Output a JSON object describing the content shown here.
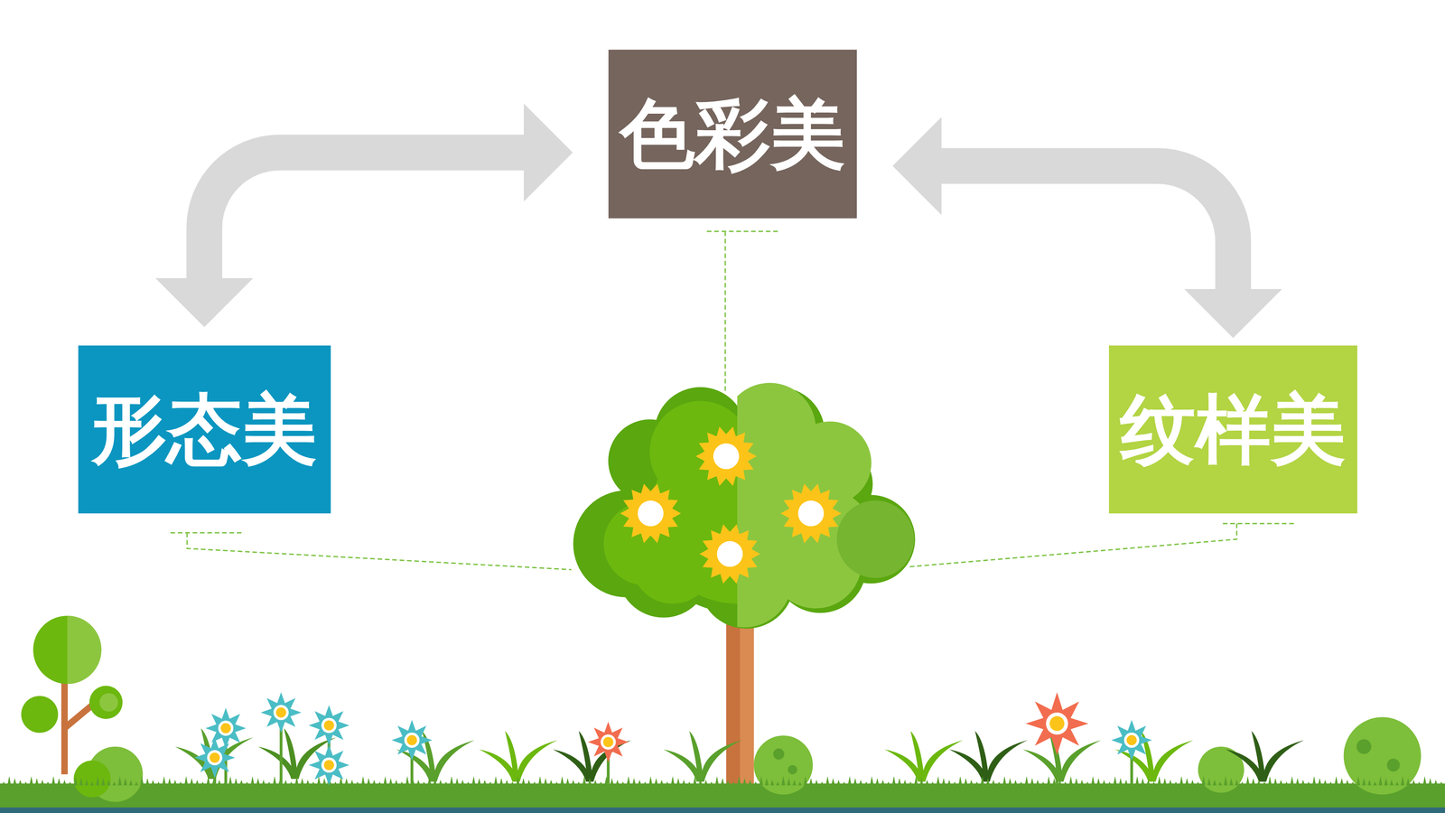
{
  "diagram": {
    "nodes": [
      {
        "text": [
          "色彩美"
        ]
      },
      {
        "text": [
          "形态美"
        ]
      },
      {
        "text": [
          "纹样美"
        ]
      }
    ],
    "edges": [
      {
        "from": 0,
        "to": 1,
        "arrow": "both"
      },
      {
        "from": 0,
        "to": 2,
        "arrow": "both"
      }
    ]
  }
}
